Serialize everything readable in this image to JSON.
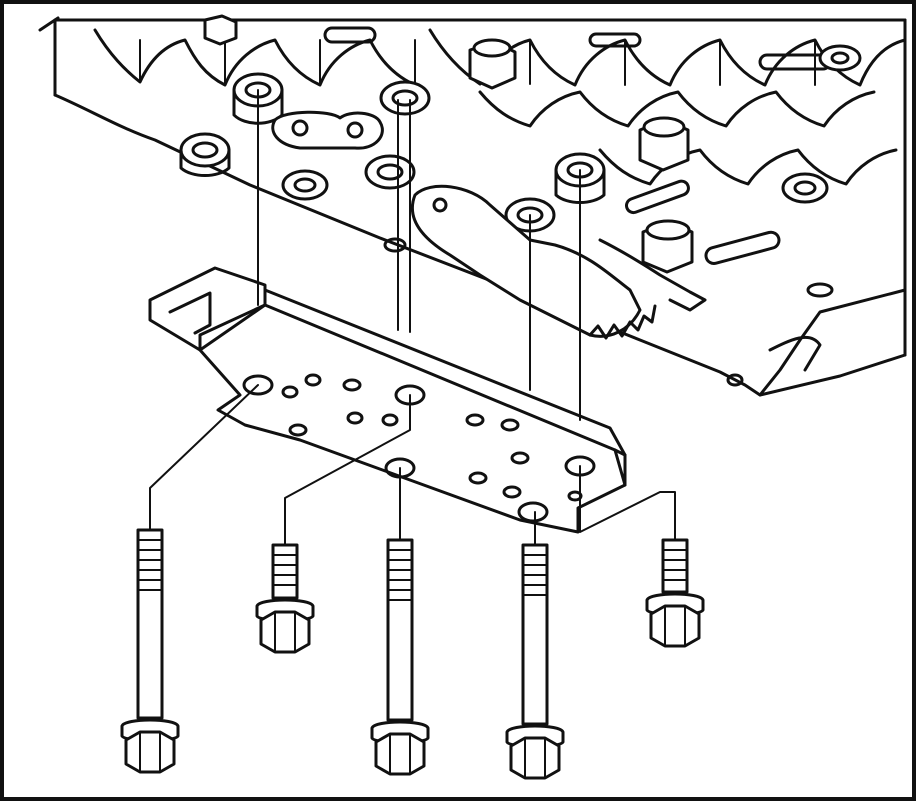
{
  "image": {
    "subject": "",
    "background": "#ffffff",
    "ink": "#111111"
  },
  "components": {
    "upper_assembly": "valve-body-assembly",
    "plate": "mounting-plate",
    "fasteners": [
      {
        "name": "bolt-1",
        "type": "long"
      },
      {
        "name": "bolt-2",
        "type": "short"
      },
      {
        "name": "bolt-3",
        "type": "long"
      },
      {
        "name": "bolt-4",
        "type": "long"
      },
      {
        "name": "bolt-5",
        "type": "short"
      }
    ]
  },
  "icons": {
    "bolt": "hex-head-bolt-icon",
    "plate": "perforated-plate-icon",
    "assembly": "machined-housing-icon"
  }
}
